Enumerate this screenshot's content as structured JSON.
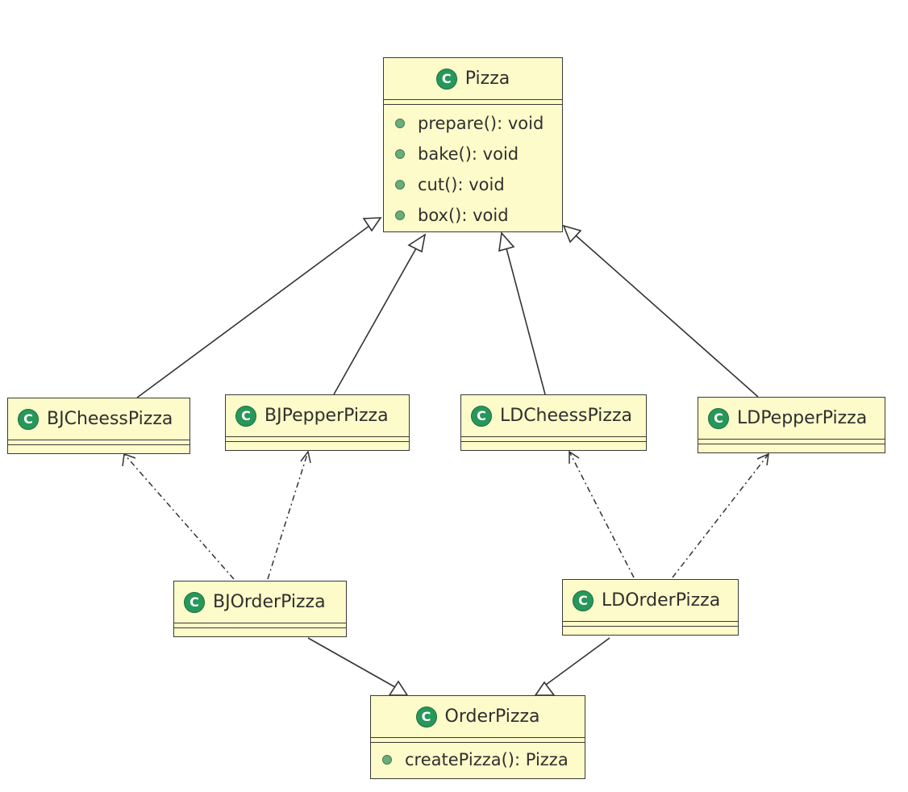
{
  "classes": {
    "pizza": {
      "name": "Pizza",
      "operations": [
        "prepare(): void",
        "bake(): void",
        "cut(): void",
        "box(): void"
      ]
    },
    "bj_cheess_pizza": {
      "name": "BJCheessPizza"
    },
    "bj_pepper_pizza": {
      "name": "BJPepperPizza"
    },
    "ld_cheess_pizza": {
      "name": "LDCheessPizza"
    },
    "ld_pepper_pizza": {
      "name": "LDPepperPizza"
    },
    "bj_order_pizza": {
      "name": "BJOrderPizza"
    },
    "ld_order_pizza": {
      "name": "LDOrderPizza"
    },
    "order_pizza": {
      "name": "OrderPizza",
      "operations": [
        "createPizza(): Pizza"
      ]
    }
  },
  "relations": [
    {
      "from": "BJCheessPizza",
      "to": "Pizza",
      "type": "generalization"
    },
    {
      "from": "BJPepperPizza",
      "to": "Pizza",
      "type": "generalization"
    },
    {
      "from": "LDCheessPizza",
      "to": "Pizza",
      "type": "generalization"
    },
    {
      "from": "LDPepperPizza",
      "to": "Pizza",
      "type": "generalization"
    },
    {
      "from": "BJOrderPizza",
      "to": "BJCheessPizza",
      "type": "dependency"
    },
    {
      "from": "BJOrderPizza",
      "to": "BJPepperPizza",
      "type": "dependency"
    },
    {
      "from": "LDOrderPizza",
      "to": "LDCheessPizza",
      "type": "dependency"
    },
    {
      "from": "LDOrderPizza",
      "to": "LDPepperPizza",
      "type": "dependency"
    },
    {
      "from": "BJOrderPizza",
      "to": "OrderPizza",
      "type": "generalization"
    },
    {
      "from": "LDOrderPizza",
      "to": "OrderPizza",
      "type": "generalization"
    }
  ],
  "icons": {
    "class_icon": "class-c-icon",
    "operation_icon": "public-method-dot-icon"
  },
  "colors": {
    "class_fill": "#fdfbc9",
    "class_border": "#3a3a3a",
    "class_icon": "#27975a",
    "method_dot": "#6aad7a"
  }
}
